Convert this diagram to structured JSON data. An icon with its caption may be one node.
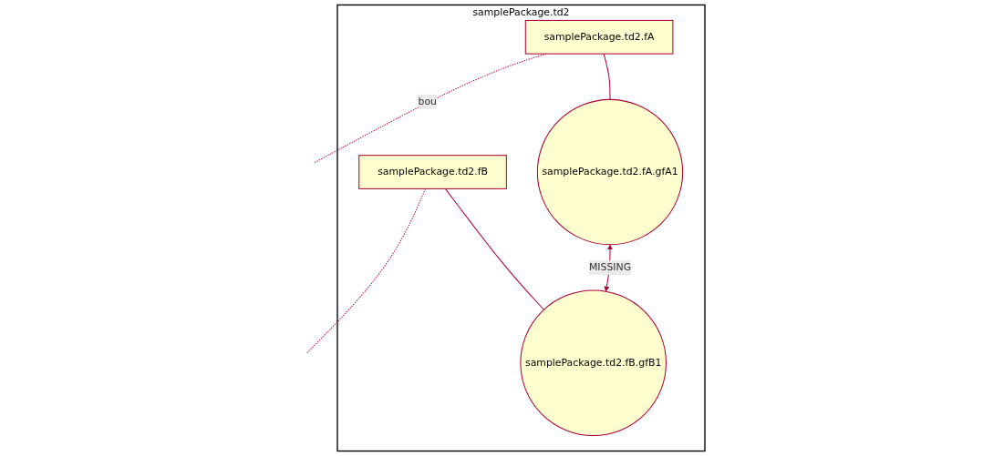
{
  "diagram": {
    "nodes": [
      {
        "text": [
          "samplePackage.td2"
        ]
      },
      {
        "text": [
          "samplePackage.td2.fA"
        ],
        "in": 0
      },
      {
        "text": [
          "samplePackage.td2.fB"
        ],
        "in": 0
      },
      {
        "text": [
          "samplePackage.td2.fA.gfA1"
        ],
        "in": 0
      },
      {
        "text": [
          "samplePackage.td2.fB.gfB1"
        ],
        "in": 0
      }
    ],
    "edges": [
      {
        "from": 1,
        "to": null,
        "arrow": "none",
        "style": "dashed",
        "label": "bou"
      },
      {
        "from": 2,
        "to": null,
        "arrow": "none",
        "style": "dashed"
      },
      {
        "from": 1,
        "to": 3,
        "arrow": "none"
      },
      {
        "from": 2,
        "to": 4,
        "arrow": "none"
      },
      {
        "from": 3,
        "to": 4,
        "arrow": "both",
        "label": "MISSING"
      }
    ]
  }
}
